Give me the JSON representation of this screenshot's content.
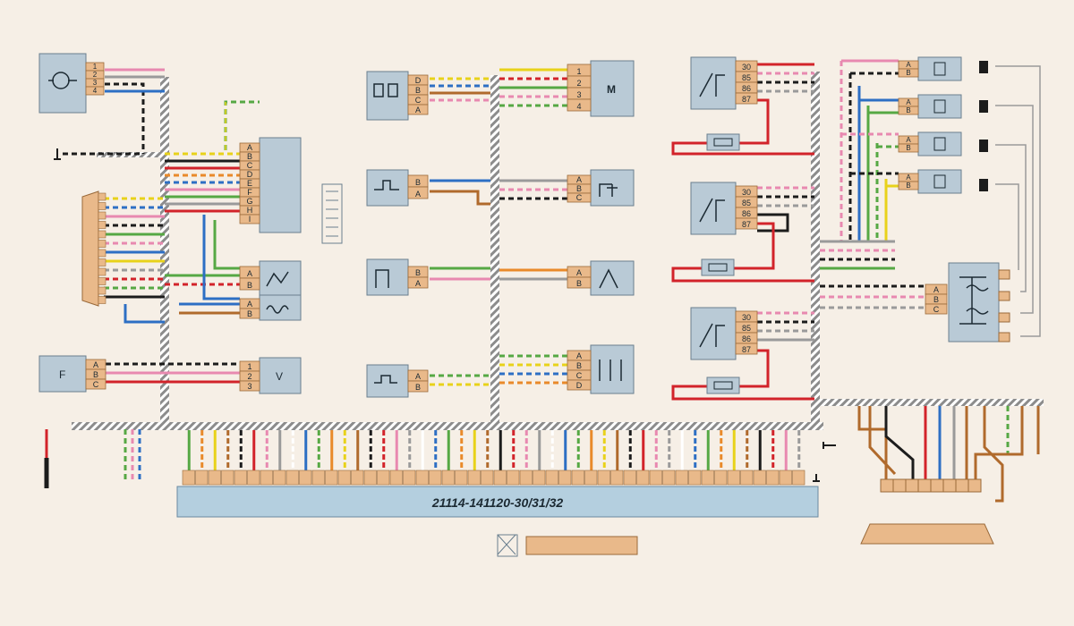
{
  "ecu": {
    "part_number": "21114-141120-30/31/32"
  },
  "colors": {
    "background": "#f6efe6",
    "component": "#b9cad6",
    "connector": "#e9b98a",
    "ecu_body": "#b4cfdf",
    "harness": "#8c8c8c",
    "red": "#d2232a",
    "blue": "#2d6fc4",
    "green": "#56a844",
    "yellow": "#e8d21a",
    "brown": "#b06a2c",
    "pink": "#e889b0",
    "black": "#1c1c1c",
    "white": "#ffffff",
    "orange": "#e98a2a",
    "grey": "#9a9a9a"
  },
  "components": [
    {
      "id": "c1",
      "pins": [
        "1",
        "2",
        "3",
        "4"
      ],
      "pin_orientation": "vertical"
    },
    {
      "id": "c2",
      "pins": [
        "A",
        "B",
        "C",
        "D",
        "E",
        "F",
        "G",
        "H",
        "I"
      ],
      "pin_orientation": "vertical"
    },
    {
      "id": "c3",
      "pins": [
        "A",
        "B"
      ],
      "pin_orientation": "vertical"
    },
    {
      "id": "c4",
      "pins": [
        "A",
        "B"
      ],
      "pin_orientation": "vertical"
    },
    {
      "id": "c5",
      "label": "F",
      "pins": [
        "A",
        "B",
        "C"
      ],
      "pin_orientation": "vertical"
    },
    {
      "id": "c6",
      "label": "V",
      "pins": [
        "1",
        "2",
        "3"
      ],
      "pin_orientation": "vertical"
    },
    {
      "id": "c7",
      "pins": [
        "D",
        "B",
        "C",
        "A"
      ],
      "pin_orientation": "vertical"
    },
    {
      "id": "c8",
      "label": "M",
      "pins": [
        "1",
        "2",
        "3",
        "4"
      ],
      "pin_orientation": "vertical"
    },
    {
      "id": "c9",
      "pins": [
        "B",
        "A"
      ],
      "pin_orientation": "vertical"
    },
    {
      "id": "c10",
      "pins": [
        "A",
        "B",
        "C"
      ],
      "pin_orientation": "vertical"
    },
    {
      "id": "c11",
      "pins": [
        "B",
        "A"
      ],
      "pin_orientation": "vertical"
    },
    {
      "id": "c12",
      "pins": [
        "A",
        "B"
      ],
      "pin_orientation": "vertical"
    },
    {
      "id": "c13",
      "pins": [
        "A",
        "B"
      ],
      "pin_orientation": "vertical"
    },
    {
      "id": "c14",
      "pins": [
        "A",
        "B",
        "C",
        "D"
      ],
      "pin_orientation": "vertical"
    },
    {
      "id": "r1",
      "pins": [
        "30",
        "85",
        "86",
        "87"
      ],
      "pin_orientation": "vertical"
    },
    {
      "id": "r2",
      "pins": [
        "30",
        "85",
        "86",
        "87"
      ],
      "pin_orientation": "vertical"
    },
    {
      "id": "r3",
      "pins": [
        "30",
        "85",
        "86",
        "87"
      ],
      "pin_orientation": "vertical"
    },
    {
      "id": "inj1",
      "pins": [
        "A",
        "B"
      ],
      "pin_orientation": "vertical"
    },
    {
      "id": "inj2",
      "pins": [
        "A",
        "B"
      ],
      "pin_orientation": "vertical"
    },
    {
      "id": "inj3",
      "pins": [
        "A",
        "B"
      ],
      "pin_orientation": "vertical"
    },
    {
      "id": "inj4",
      "pins": [
        "A",
        "B"
      ],
      "pin_orientation": "vertical"
    },
    {
      "id": "coil",
      "pins": [
        "A",
        "B",
        "C"
      ],
      "pin_orientation": "vertical"
    }
  ]
}
